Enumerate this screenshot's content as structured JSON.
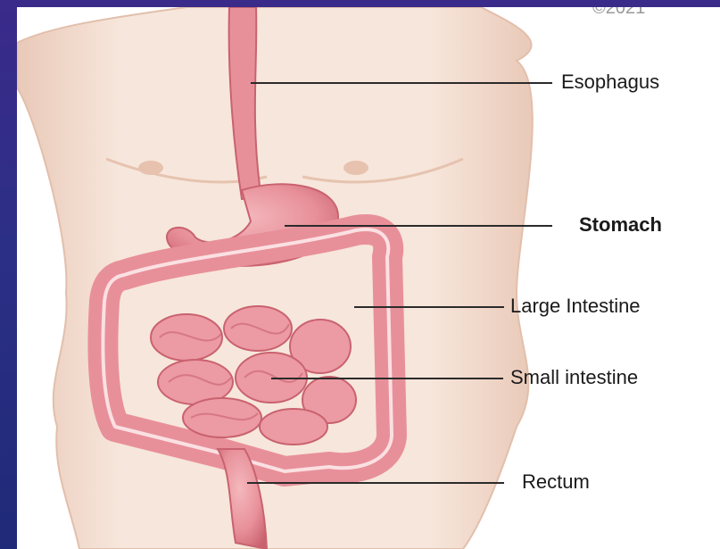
{
  "copyright": "©2021",
  "labels": {
    "esophagus": "Esophagus",
    "stomach": "Stomach",
    "large_intestine": "Large Intestine",
    "small_intestine": "Small intestine",
    "rectum": "Rectum"
  },
  "colors": {
    "background_blue": "#2c2f86",
    "panel": "#ffffff",
    "skin": "#f6e3d8",
    "skin_shadow": "#e9c9b8",
    "organ": "#e8909a",
    "organ_dark": "#c9626f",
    "organ_light": "#f4b8bd"
  }
}
